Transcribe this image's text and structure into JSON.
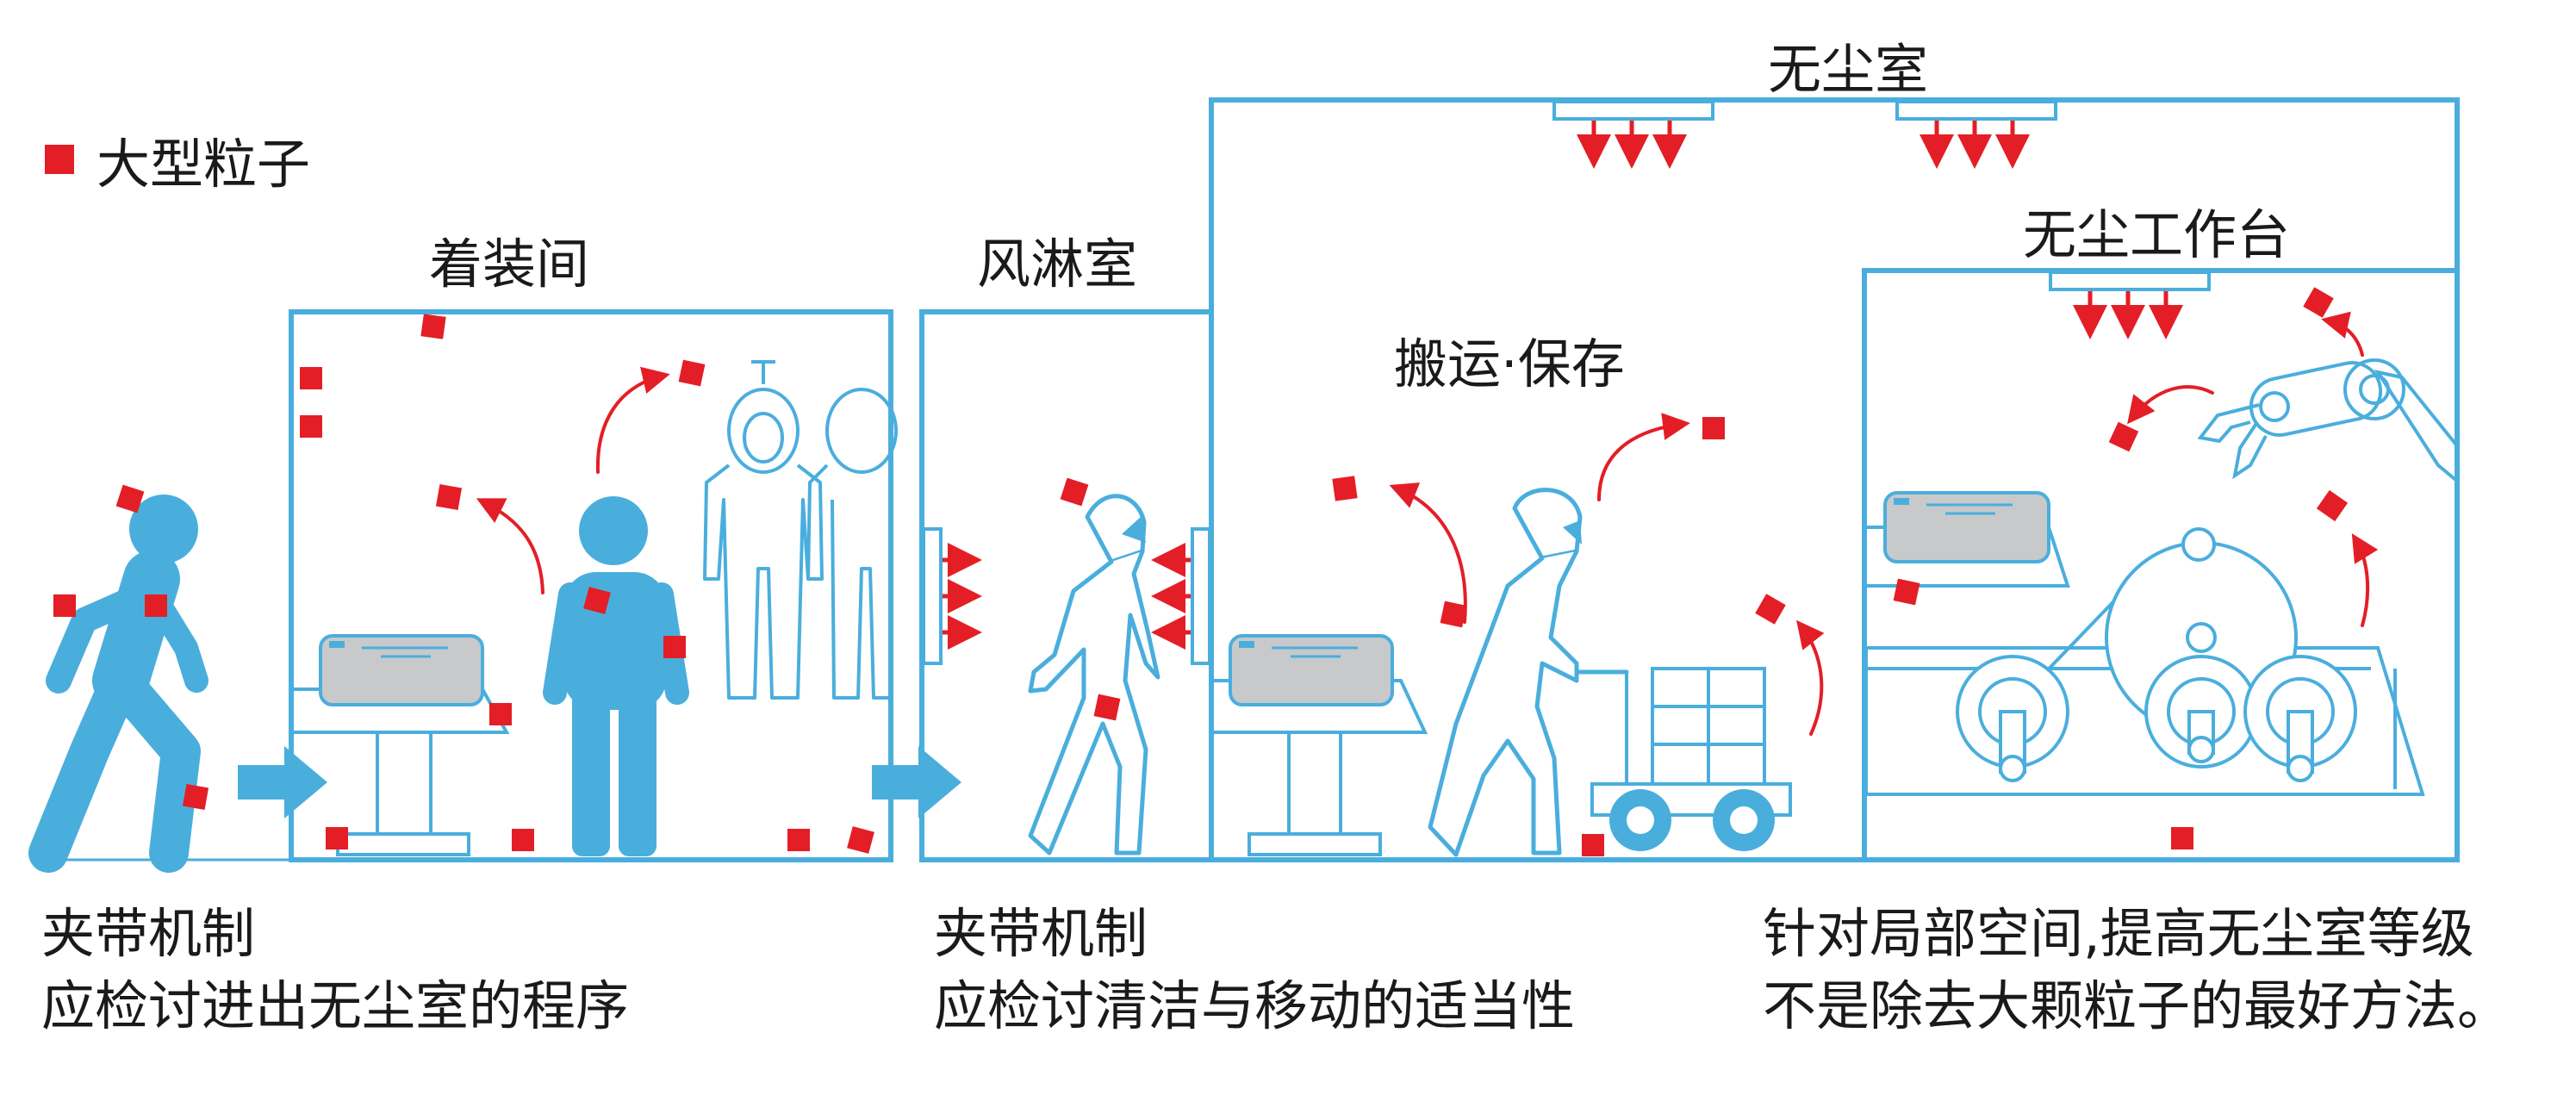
{
  "legend": {
    "label": "大型粒子",
    "color": "#e41e26"
  },
  "rooms": {
    "dressing": "着装间",
    "air_shower": "风淋室",
    "cleanroom": "无尘室",
    "transport": "搬运·保存",
    "clean_bench": "无尘工作台"
  },
  "captions": {
    "left": {
      "line1": "夹带机制",
      "line2": "应检讨进出无尘室的程序"
    },
    "middle": {
      "line1": "夹带机制",
      "line2": "应检讨清洁与移动的适当性"
    },
    "right": {
      "line1": "针对局部空间,提高无尘室等级",
      "line2": "不是除去大颗粒子的最好方法。"
    }
  },
  "colors": {
    "blue": "#4aaedd",
    "red": "#e41e26",
    "gray": "#c7c9cb"
  }
}
